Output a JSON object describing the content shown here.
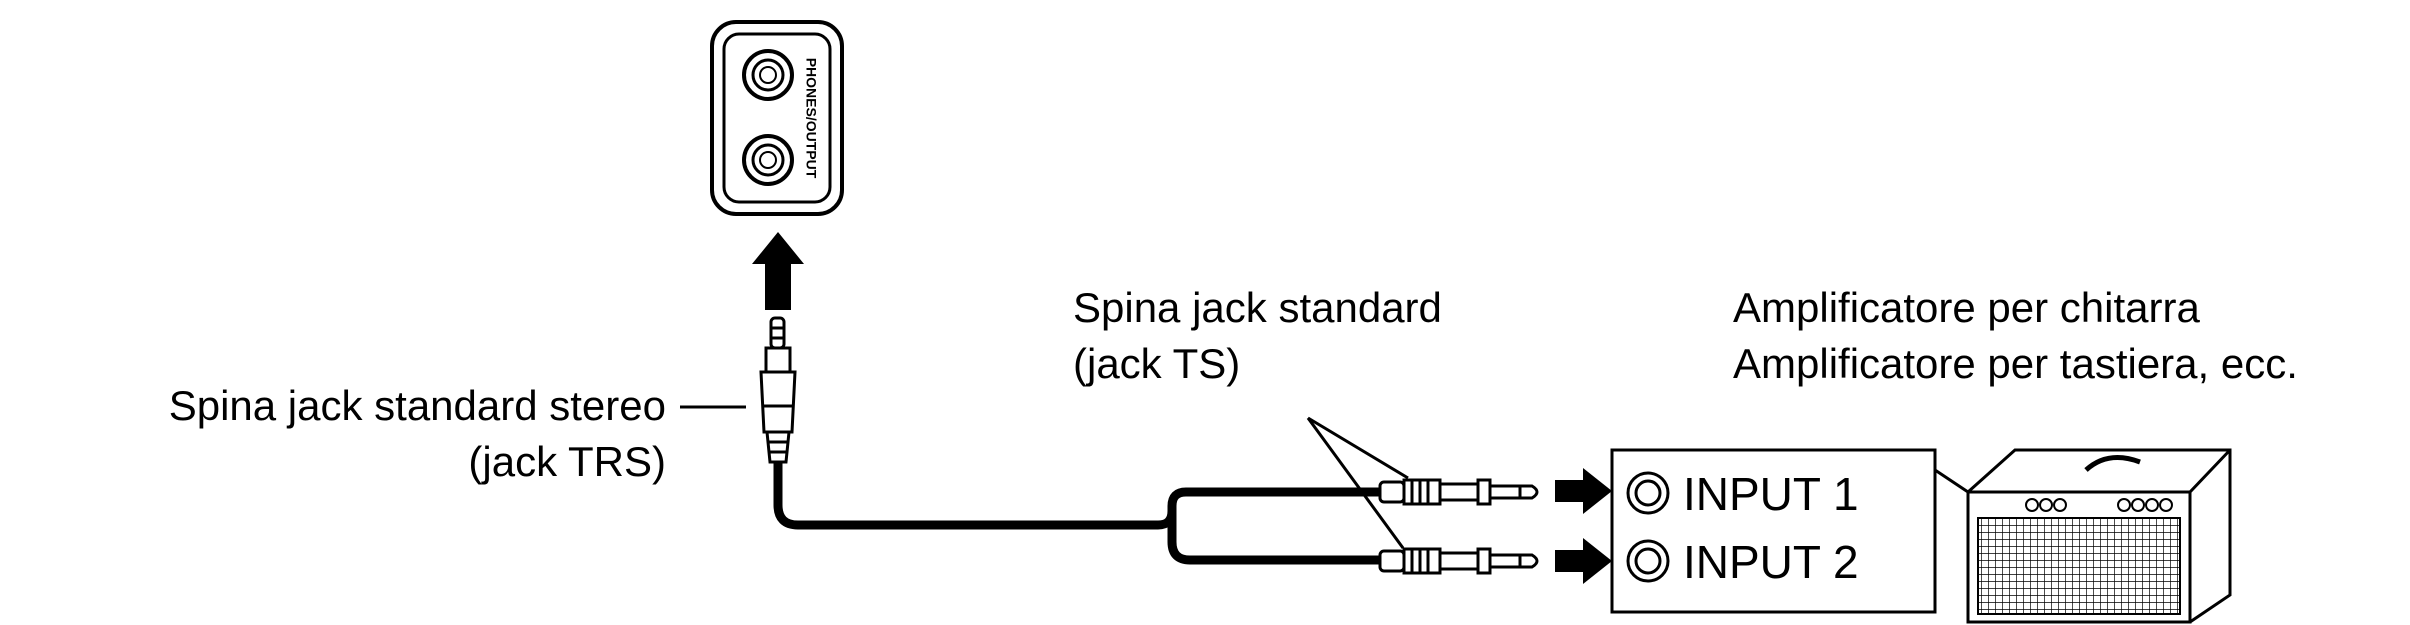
{
  "panel": {
    "jack_label": "PHONES/OUTPUT"
  },
  "labels": {
    "stereo_plug_line1": "Spina jack standard stereo",
    "stereo_plug_line2": "(jack TRS)",
    "mono_plug_line1": "Spina jack standard",
    "mono_plug_line2": "(jack TS)",
    "amp_line1": "Amplificatore per chitarra",
    "amp_line2": "Amplificatore per tastiera, ecc."
  },
  "inputs": [
    {
      "label": "INPUT 1"
    },
    {
      "label": "INPUT 2"
    }
  ],
  "colors": {
    "line": "#000000",
    "background": "#ffffff"
  }
}
